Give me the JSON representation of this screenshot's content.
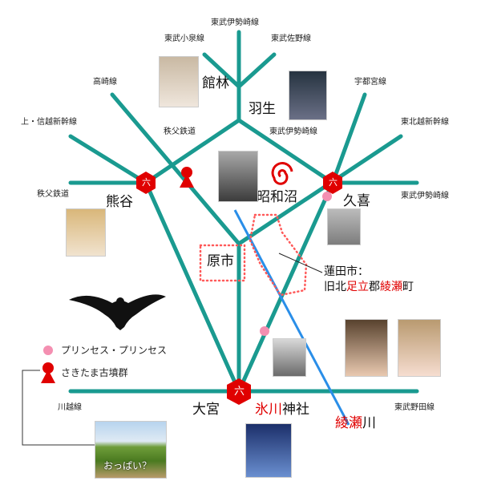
{
  "lines": {
    "tobu_isesaki_top": "東武伊勢崎線",
    "tobu_koizumi": "東武小泉線",
    "tobu_sano": "東武佐野線",
    "takasaki": "高崎線",
    "utsunomiya": "宇都宮線",
    "joetsu_shinkansen": "上・信越新幹線",
    "tohoku_shinkansen": "東北越新幹線",
    "chichibu_top": "秩父鉄道",
    "tobu_isesaki_mid": "東武伊勢崎線",
    "chichibu_left": "秩父鉄道",
    "tobu_isesaki_right": "東武伊勢崎線",
    "kawagoe": "川越線",
    "tobu_noda": "東武野田線"
  },
  "stations": {
    "tatebayashi": "館林",
    "hanyu": "羽生",
    "kumagaya": "熊谷",
    "kuki": "久喜",
    "showanuma": "昭和沼",
    "haraichi": "原市",
    "omiya": "大宮",
    "hikawa_red": "氷川",
    "jinja": "神社",
    "ayase_red": "綾瀬",
    "kawa": "川"
  },
  "hex_mark": "六",
  "note": {
    "line1": "蓮田市：",
    "line2_a": "旧北",
    "line2_b": "足立",
    "line2_c": "郡",
    "line2_d": "綾瀬",
    "line2_e": "町"
  },
  "legend": {
    "princess": "プリンセス・プリンセス",
    "kofun": "さきたま古墳群"
  },
  "photo_caption": "おっぱい？",
  "colors": {
    "rail": "#1a9a90",
    "river": "#2a8ee8",
    "hex": "#e00000",
    "princess_dot": "#f48fb1"
  }
}
